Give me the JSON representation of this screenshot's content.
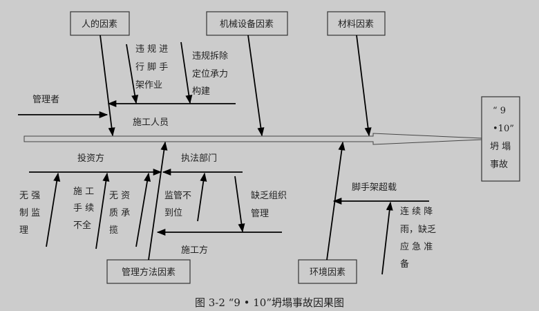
{
  "categories": {
    "human": "人的因素",
    "machine": "机械设备因素",
    "material": "材料因素",
    "method": "管理方法因素",
    "environment": "环境因素"
  },
  "effect": {
    "lines": [
      "“ 9",
      "•10”",
      "坍 塌",
      "事故"
    ]
  },
  "causes": {
    "manager": "管理者",
    "workers": "施工人员",
    "illegal_scaffold": [
      "违 规 进",
      "行 脚 手",
      "架作业"
    ],
    "illegal_removal": [
      "违规拆除",
      "定位承力",
      "构建"
    ],
    "investor": "投资方",
    "law_enforcement": "执法部门",
    "no_supervision": [
      "无 强",
      "制 监",
      "理"
    ],
    "incomplete_procedures": [
      "施 工",
      "手 续",
      "不全"
    ],
    "unqualified": [
      "无 资",
      "质 承",
      "揽"
    ],
    "poor_regulation": [
      "监管不",
      "到位"
    ],
    "lack_organization": [
      "缺乏组织",
      "管理"
    ],
    "contractor": "施工方",
    "scaffold_overload": "脚手架超载",
    "rain": [
      "连 续 降",
      "雨，缺乏",
      "应 急 准",
      "备"
    ]
  },
  "caption": "图 3-2  “9 • 10”坍塌事故因果图"
}
